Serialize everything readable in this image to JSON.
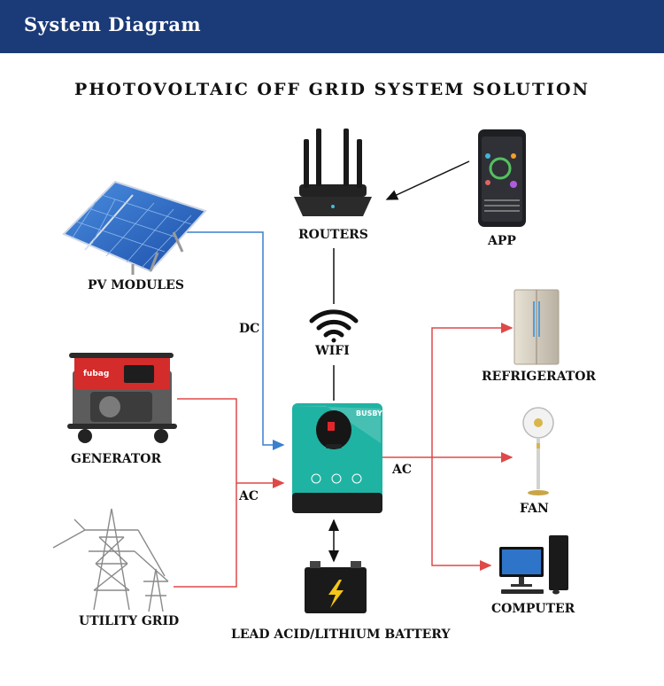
{
  "header": {
    "title": "System Diagram"
  },
  "title": "PHOTOVOLTAIC OFF GRID SYSTEM SOLUTION",
  "components": {
    "pv_modules": "PV MODULES",
    "generator": "GENERATOR",
    "utility_grid": "UTILITY GRID",
    "routers": "ROUTERS",
    "app": "APP",
    "wifi": "WIFI",
    "battery": "LEAD ACID/LITHIUM BATTERY",
    "refrigerator": "REFRIGERATOR",
    "fan": "FAN",
    "computer": "COMPUTER"
  },
  "connections": {
    "dc": "DC",
    "ac_in": "AC",
    "ac_out": "AC"
  },
  "device": {
    "brand": "BUSBYR"
  },
  "generator_brand": "fubag",
  "colors": {
    "header_bg": "#1b3a78",
    "dc_line": "#3b7fd0",
    "ac_line": "#e04848",
    "link_line": "#111111",
    "inverter_teal": "#22b8a8"
  }
}
